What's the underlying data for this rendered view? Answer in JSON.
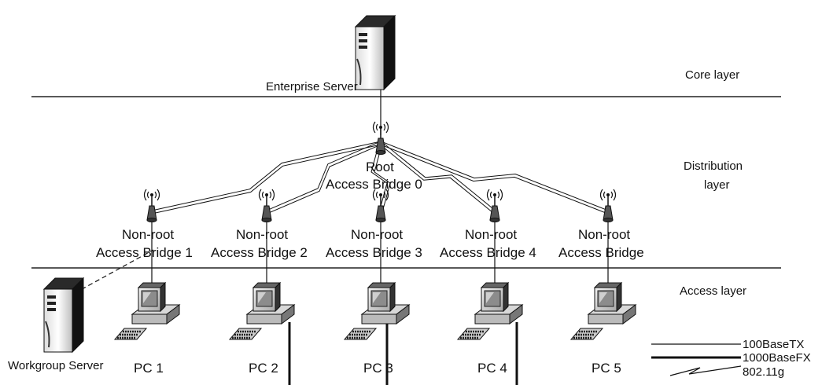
{
  "layers": {
    "core": "Core layer",
    "distribution_line1": "Distribution",
    "distribution_line2": "layer",
    "access": "Access layer"
  },
  "enterprise_server": {
    "label": "Enterprise Server",
    "icon": "server-icon"
  },
  "root_bridge": {
    "line1": "Root",
    "line2": "Access Bridge 0",
    "icon": "antenna-icon"
  },
  "bridges": [
    {
      "line1": "Non-root",
      "line2": "Access Bridge 1"
    },
    {
      "line1": "Non-root",
      "line2": "Access Bridge 2"
    },
    {
      "line1": "Non-root",
      "line2": "Access Bridge 3"
    },
    {
      "line1": "Non-root",
      "line2": "Access Bridge 4"
    },
    {
      "line1": "Non-root",
      "line2": "Access Bridge"
    }
  ],
  "pcs": [
    "PC 1",
    "PC 2",
    "PC 3",
    "PC 4",
    "PC 5"
  ],
  "workgroup_server": {
    "label": "Workgroup Server",
    "icon": "server-icon"
  },
  "legend": [
    "100BaseTX",
    "1000BaseFX",
    "802.11g"
  ],
  "colors": {
    "ink": "#111111",
    "background": "#ffffff"
  }
}
